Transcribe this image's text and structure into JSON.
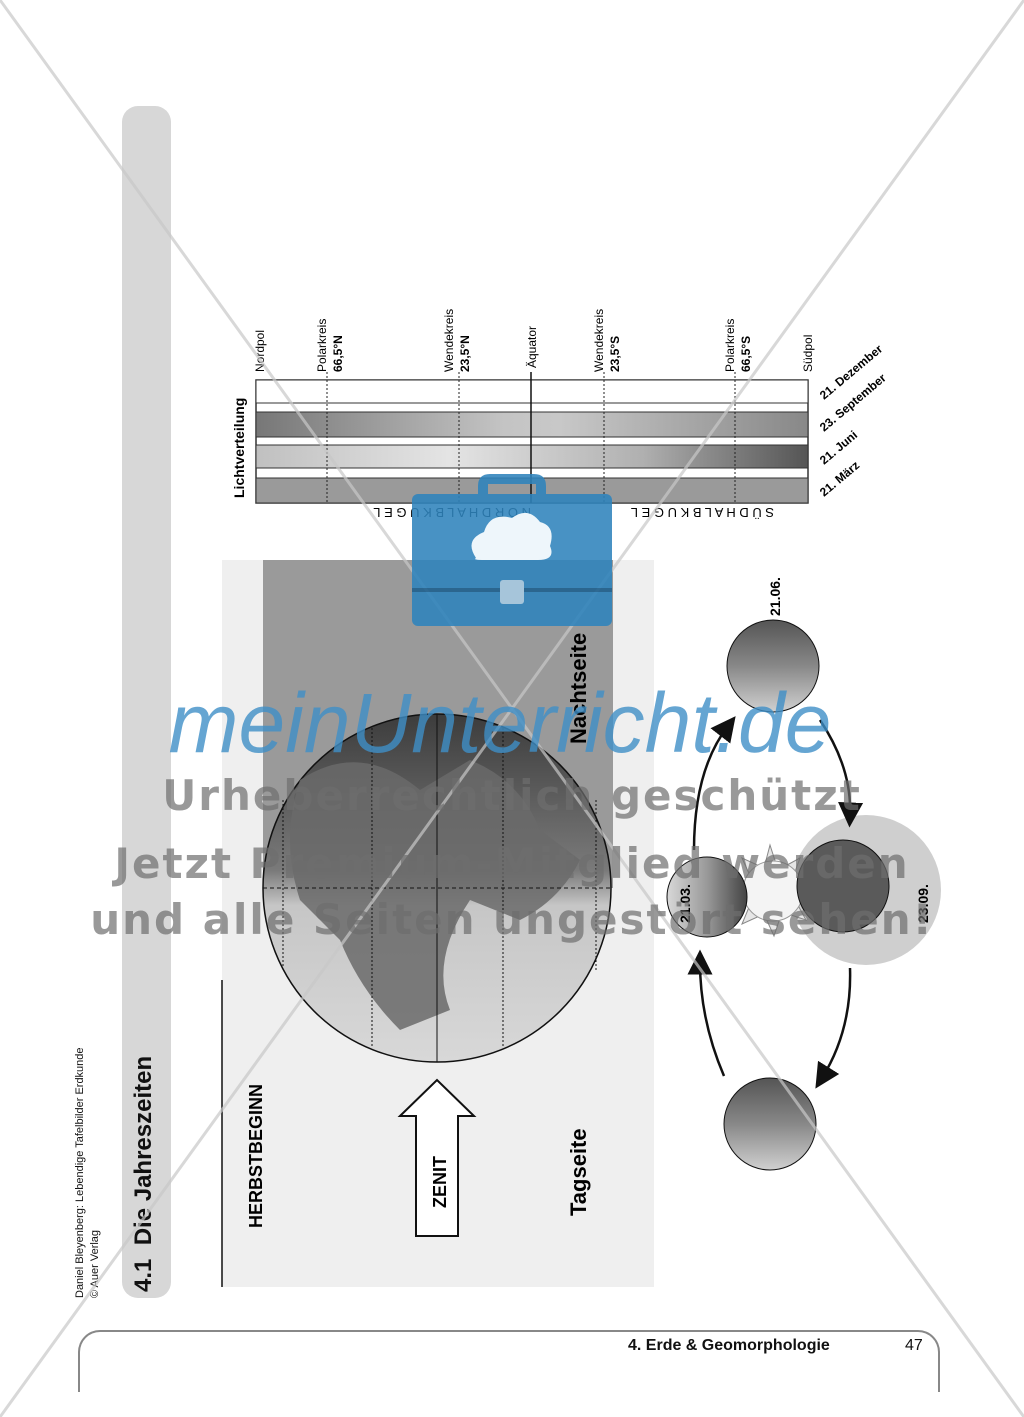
{
  "credit": {
    "author_line": "Daniel Bleyenberg: Lebendige Tafelbilder Erdkunde",
    "publisher_line": "© Auer Verlag"
  },
  "section": {
    "number": "4.1",
    "title": "Die Jahreszeiten"
  },
  "footer": {
    "chapter": "4. Erde & Geomorphologie",
    "page_number": "47"
  },
  "light_chart": {
    "title": "Lichtverteilung",
    "latitudes": [
      {
        "name": "Nordpol",
        "value": ""
      },
      {
        "name": "Polarkreis",
        "value": "66,5°N"
      },
      {
        "name": "Wendekreis",
        "value": "23,5°N"
      },
      {
        "name": "Äquator",
        "value": ""
      },
      {
        "name": "Wendekreis",
        "value": "23,5°S"
      },
      {
        "name": "Polarkreis",
        "value": "66,5°S"
      },
      {
        "name": "Südpol",
        "value": ""
      }
    ],
    "dates": [
      "21. Dezember",
      "23. September",
      "21. Juni",
      "21. März"
    ],
    "hemispheres": {
      "north": "N O R D H A L B K U G E L",
      "south": "S Ü D H A L B K U G E L"
    }
  },
  "globe_diagram": {
    "heading": "HERBSTBEGINN",
    "zenith": "ZENIT",
    "day_side": "Tagseite",
    "night_side": "Nachtseite"
  },
  "orbit": {
    "dates": [
      "21.06.",
      "23.09.",
      "21.03."
    ]
  },
  "watermark": {
    "brand": "meinUnterricht.de",
    "line1": "Urheberrechtlich geschützt",
    "line2": "Jetzt Premium-Mitglied werden",
    "line3": "und alle Seiten ungestört sehen!"
  }
}
